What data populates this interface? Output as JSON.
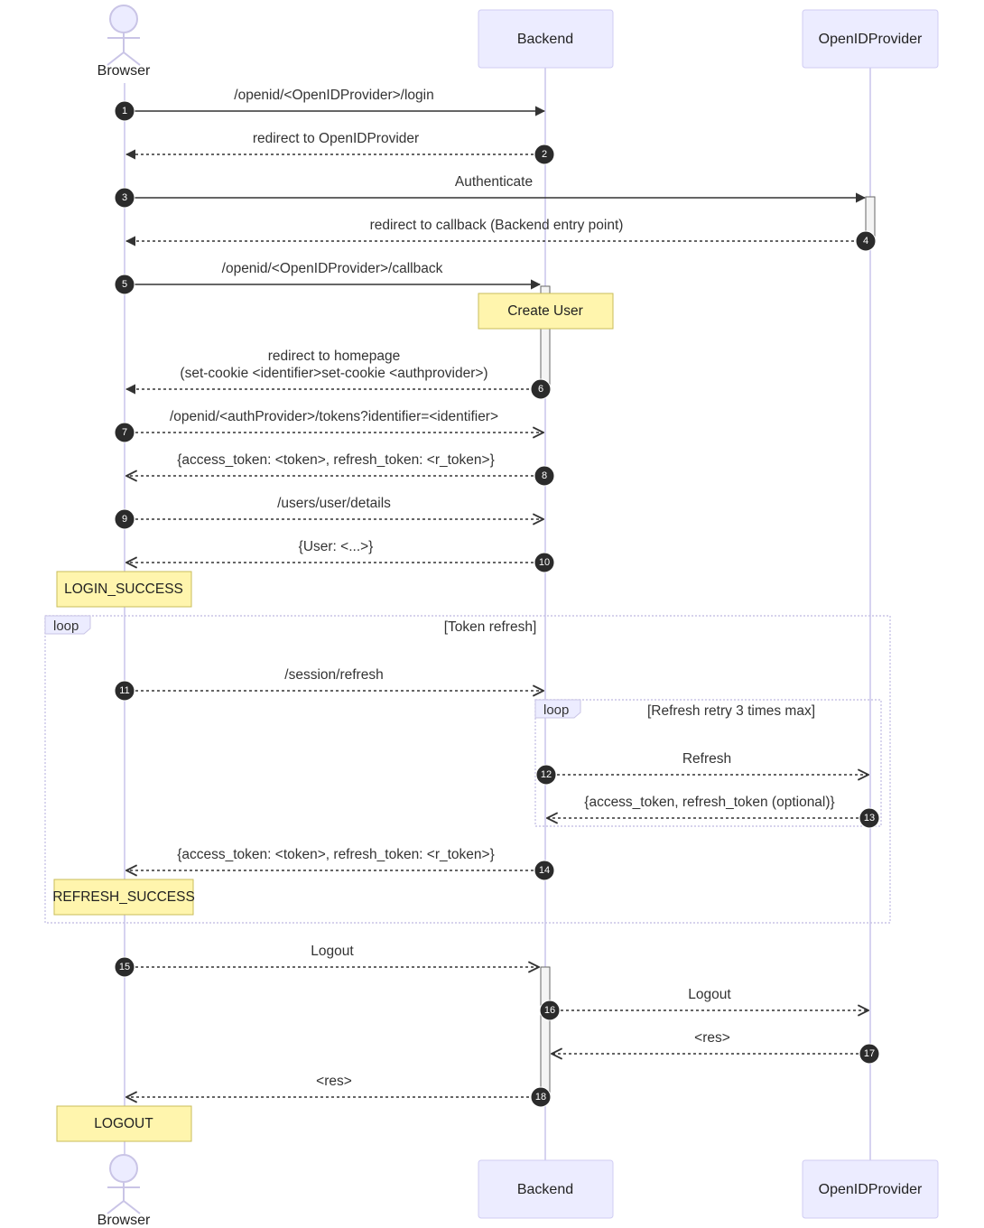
{
  "participants": {
    "browser": "Browser",
    "backend": "Backend",
    "provider": "OpenIDProvider"
  },
  "messages": [
    {
      "n": "1",
      "text": "/openid/<OpenIDProvider>/login"
    },
    {
      "n": "2",
      "text": "redirect to OpenIDProvider"
    },
    {
      "n": "3",
      "text": "Authenticate"
    },
    {
      "n": "4",
      "text": "redirect to callback (Backend entry point)"
    },
    {
      "n": "5",
      "text": "/openid/<OpenIDProvider>/callback"
    },
    {
      "n": "6",
      "text": "redirect to homepage",
      "text2": "(set-cookie <identifier>set-cookie <authprovider>)"
    },
    {
      "n": "7",
      "text": "/openid/<authProvider>/tokens?identifier=<identifier>"
    },
    {
      "n": "8",
      "text": "{access_token: <token>, refresh_token: <r_token>}"
    },
    {
      "n": "9",
      "text": "/users/user/details"
    },
    {
      "n": "10",
      "text": "{User: <...>}"
    },
    {
      "n": "11",
      "text": "/session/refresh"
    },
    {
      "n": "12",
      "text": "Refresh"
    },
    {
      "n": "13",
      "text": "{access_token, refresh_token (optional)}"
    },
    {
      "n": "14",
      "text": "{access_token: <token>, refresh_token: <r_token>}"
    },
    {
      "n": "15",
      "text": "Logout"
    },
    {
      "n": "16",
      "text": "Logout"
    },
    {
      "n": "17",
      "text": "<res>"
    },
    {
      "n": "18",
      "text": "<res>"
    }
  ],
  "notes": {
    "create_user": "Create User",
    "login_success": "LOGIN_SUCCESS",
    "refresh_success": "REFRESH_SUCCESS",
    "logout": "LOGOUT"
  },
  "loops": {
    "outer": {
      "label": "loop",
      "condition": "[Token refresh]"
    },
    "inner": {
      "label": "loop",
      "condition": "[Refresh retry 3 times max]"
    }
  },
  "colors": {
    "actor_fill": "#ececff",
    "note_fill": "#fff5ad",
    "lifeline": "#d6d3f0",
    "number_badge": "#2b2b2b"
  }
}
